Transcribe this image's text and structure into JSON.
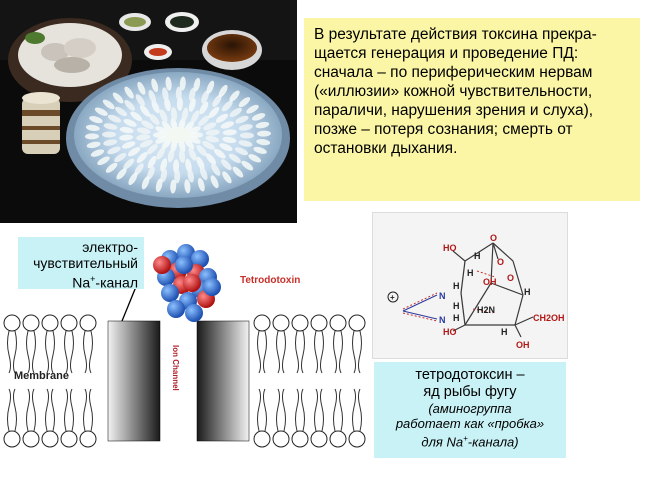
{
  "description_text": "В результате действия токсина прекращается генерация и проведение ПД: сначала – по периферическим нервам («иллюзии» кожной чувствительности, параличи, нарушения зрения и слуха), позже – потеря сознания; смерть от остановки дыхания.",
  "description_lines": [
    "В результате действия токсина прекра-",
    "щается генерация и проведение ПД:",
    "сначала – по периферическим нервам",
    "(«иллюзии» кожной чувствительности,",
    "параличи, нарушения зрения и слуха),",
    "позже – потеря сознания; смерть от",
    "остановки дыхания."
  ],
  "channel_label": {
    "line1": "электро-",
    "line2": "чувствительный",
    "line3_prefix": "Na",
    "line3_sup": "+",
    "line3_suffix": "-канал"
  },
  "diagram": {
    "toxin_label": "Tetrodotoxin",
    "membrane_label": "Membrane",
    "ion_channel_label": "Ion Channel",
    "colors": {
      "toxin_label": "#c8302a",
      "ion_channel": "#b0202a",
      "molecule_red": "#d81e1e",
      "molecule_blue": "#2a6fd6"
    }
  },
  "formula": {
    "atoms": [
      "O",
      "O",
      "HO",
      "H",
      "OH",
      "H",
      "O",
      "H",
      "H",
      "N",
      "H",
      "N",
      "H",
      "CH2OH",
      "HO",
      "H",
      "OH",
      "H2N"
    ],
    "charge": "+"
  },
  "caption": {
    "line1": "тетродотоксин –",
    "line2": "яд рыбы фугу",
    "line3": "(аминогруппа",
    "line4": "работает как «пробка»",
    "line5_prefix": "для Na",
    "line5_sup": "+",
    "line5_suffix": "-канала)"
  }
}
